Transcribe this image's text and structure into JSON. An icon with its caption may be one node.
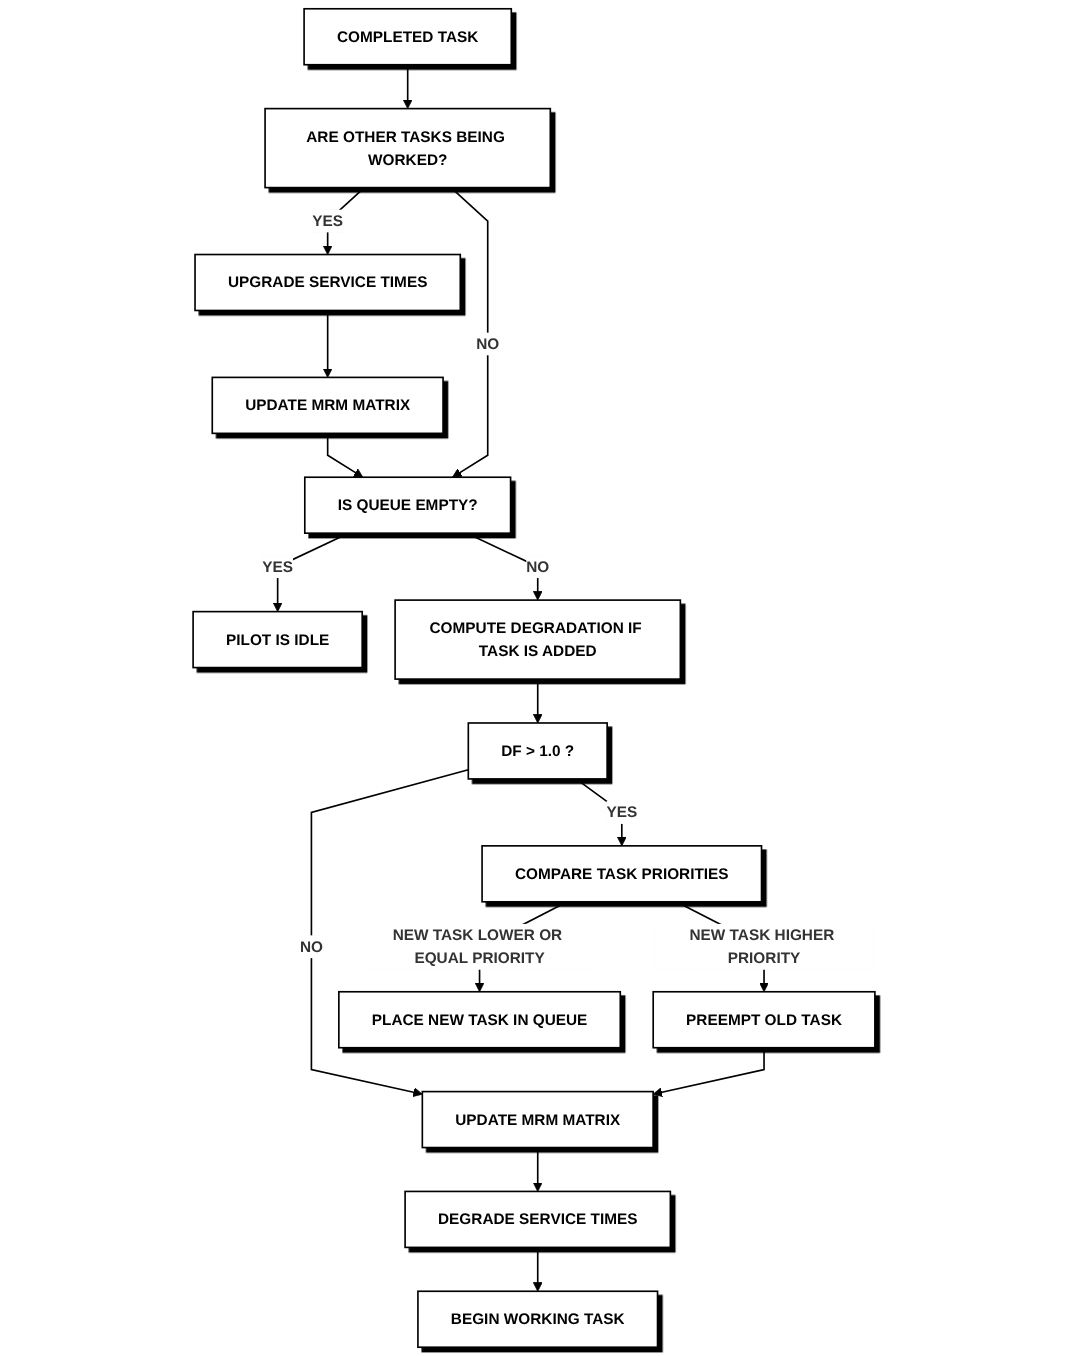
{
  "diagram": {
    "nodes": [
      {
        "text": [
          "COMPLETED TASK"
        ]
      },
      {
        "text": [
          "ARE OTHER TASKS BEING WORKED?"
        ]
      },
      {
        "text": [
          "UPGRADE SERVICE TIMES"
        ]
      },
      {
        "text": [
          "IS QUEUE EMPTY?"
        ]
      },
      {
        "text": [
          "UPDATE MRM MATRIX"
        ]
      },
      {
        "text": [
          "PILOT IS IDLE"
        ]
      },
      {
        "text": [
          "COMPUTE DEGRADATION IF TASK IS ADDED"
        ]
      },
      {
        "text": [
          "DF > 1.0 ?"
        ]
      },
      {
        "text": [
          "UPDATE MRM MATRIX"
        ]
      },
      {
        "text": [
          "COMPARE TASK PRIORITIES"
        ]
      },
      {
        "text": [
          "DEGRADE SERVICE TIMES"
        ]
      },
      {
        "text": [
          "PLACE NEW TASK IN QUEUE"
        ]
      },
      {
        "text": [
          "PREEMPT OLD TASK"
        ]
      },
      {
        "text": [
          "BEGIN WORKING TASK"
        ]
      }
    ],
    "edges": [
      {
        "from": 0,
        "to": 1,
        "arrow": "to"
      },
      {
        "from": 1,
        "to": 2,
        "arrow": "to",
        "label": "YES"
      },
      {
        "from": 1,
        "to": 3,
        "arrow": "to",
        "label": "NO"
      },
      {
        "from": 2,
        "to": 4,
        "arrow": "to"
      },
      {
        "from": 4,
        "to": 3,
        "arrow": "to"
      },
      {
        "from": 3,
        "to": 5,
        "arrow": "to",
        "label": "YES"
      },
      {
        "from": 3,
        "to": 6,
        "arrow": "to",
        "label": "NO"
      },
      {
        "from": 6,
        "to": 7,
        "arrow": "to"
      },
      {
        "from": 7,
        "to": 8,
        "arrow": "to",
        "label": "NO"
      },
      {
        "from": 7,
        "to": 9,
        "arrow": "to",
        "label": "YES"
      },
      {
        "from": 9,
        "to": 11,
        "arrow": "to",
        "label": "NEW TASK LOWER OR EQUAL PRIORITY"
      },
      {
        "from": 9,
        "to": 12,
        "arrow": "to",
        "label": "NEW TASK HIGHER PRIORITY"
      },
      {
        "from": 12,
        "to": 8,
        "arrow": "to"
      },
      {
        "from": 8,
        "to": 10,
        "arrow": "to"
      },
      {
        "from": 10,
        "to": 13,
        "arrow": "to"
      }
    ]
  }
}
